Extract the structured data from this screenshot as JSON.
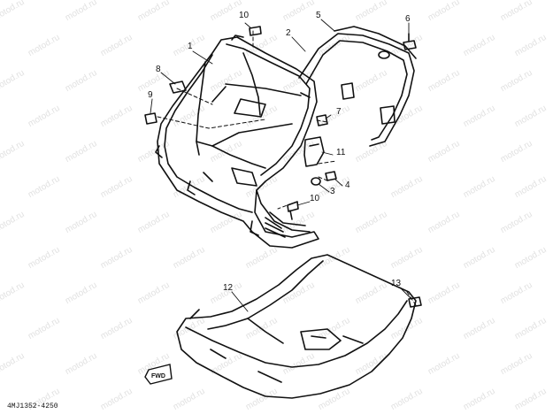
{
  "diagram": {
    "watermark_text": "motod.ru",
    "part_code": "4MJ1352-4250",
    "direction_arrow_label": "FWD",
    "callouts": [
      {
        "id": "c1",
        "label": "1"
      },
      {
        "id": "c2",
        "label": "2"
      },
      {
        "id": "c3",
        "label": "3"
      },
      {
        "id": "c4",
        "label": "4"
      },
      {
        "id": "c5",
        "label": "5"
      },
      {
        "id": "c6",
        "label": "6"
      },
      {
        "id": "c7",
        "label": "7"
      },
      {
        "id": "c8",
        "label": "8"
      },
      {
        "id": "c9",
        "label": "9"
      },
      {
        "id": "c10",
        "label": "10"
      },
      {
        "id": "c10b",
        "label": "10"
      },
      {
        "id": "c11",
        "label": "11"
      },
      {
        "id": "c12",
        "label": "12"
      },
      {
        "id": "c13",
        "label": "13"
      }
    ]
  }
}
